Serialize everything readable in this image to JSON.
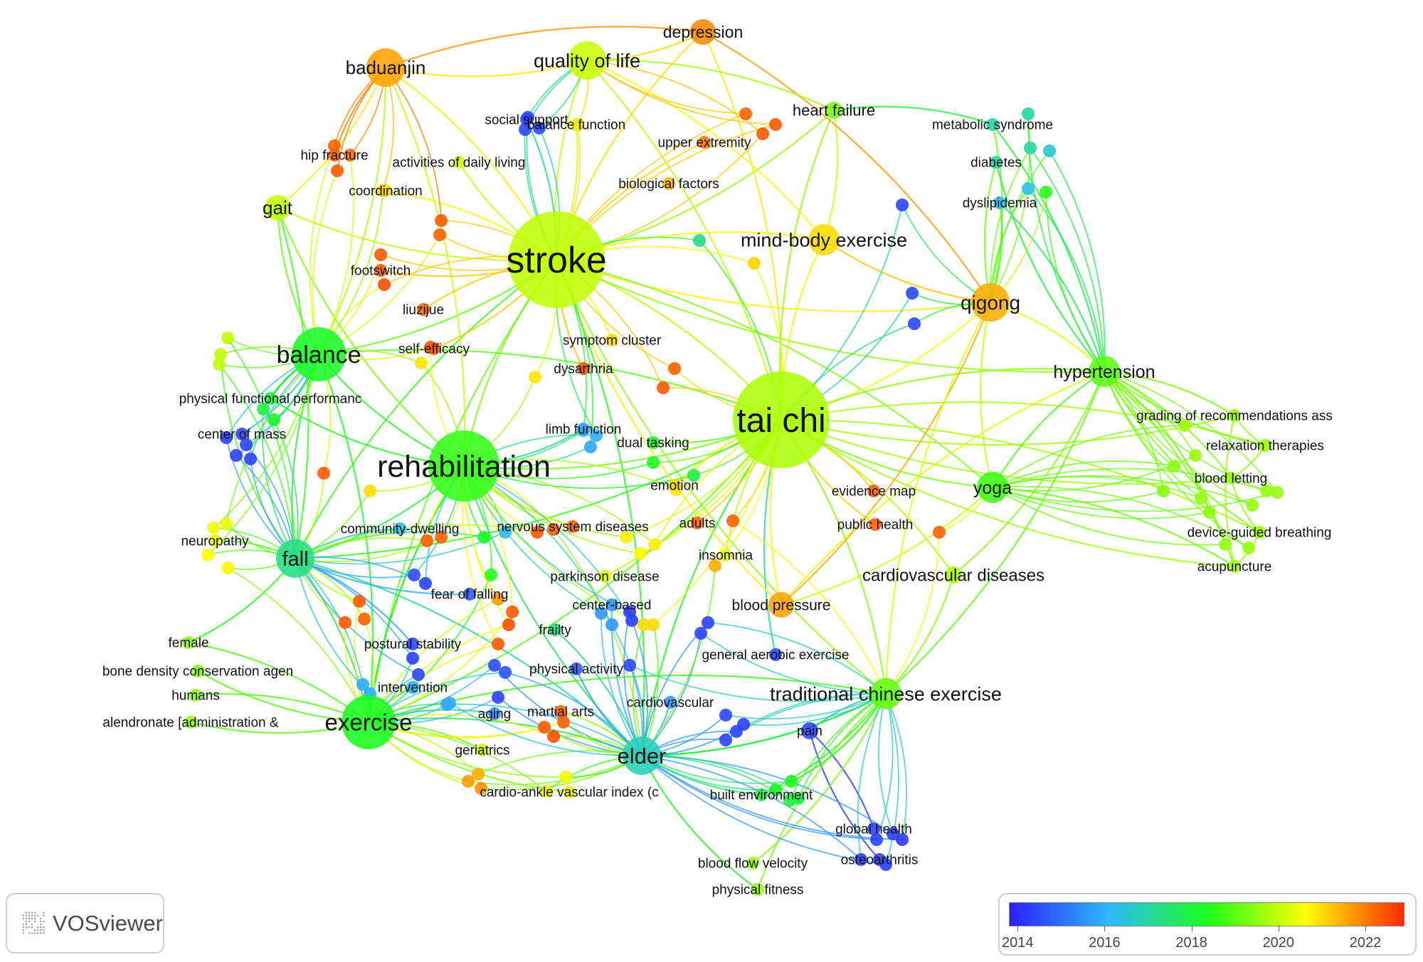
{
  "app": {
    "name": "VOSviewer",
    "logo_icon": "vosviewer-logo-icon"
  },
  "legend": {
    "ticks": [
      "2014",
      "2016",
      "2018",
      "2020",
      "2022"
    ],
    "colors": [
      "#2a1fff",
      "#2fb8ff",
      "#1aff1a",
      "#ffff00",
      "#ff2a00"
    ],
    "range": [
      2013.8,
      2022.9
    ]
  },
  "network": {
    "nodes": [
      {
        "id": "stroke",
        "label": "stroke",
        "year": 2020.0,
        "weight": 10
      },
      {
        "id": "tai_chi",
        "label": "tai chi",
        "year": 2019.8,
        "weight": 10
      },
      {
        "id": "rehabilitation",
        "label": "rehabilitation",
        "year": 2018.6,
        "weight": 9
      },
      {
        "id": "balance",
        "label": "balance",
        "year": 2018.2,
        "weight": 7
      },
      {
        "id": "exercise",
        "label": "exercise",
        "year": 2018.3,
        "weight": 7
      },
      {
        "id": "fall",
        "label": "fall",
        "year": 2017.3,
        "weight": 6
      },
      {
        "id": "elder",
        "label": "elder",
        "year": 2016.8,
        "weight": 6
      },
      {
        "id": "qigong",
        "label": "qigong",
        "year": 2021.5,
        "weight": 6
      },
      {
        "id": "baduanjin",
        "label": "baduanjin",
        "year": 2021.6,
        "weight": 6
      },
      {
        "id": "quality_of_life",
        "label": "quality of life",
        "year": 2020.1,
        "weight": 6
      },
      {
        "id": "mind_body",
        "label": "mind-body exercise",
        "year": 2021.0,
        "weight": 5
      },
      {
        "id": "hypertension",
        "label": "hypertension",
        "year": 2019.0,
        "weight": 5
      },
      {
        "id": "yoga",
        "label": "yoga",
        "year": 2018.7,
        "weight": 5
      },
      {
        "id": "tce",
        "label": "traditional chinese exercise",
        "year": 2019.1,
        "weight": 5
      },
      {
        "id": "depression",
        "label": "depression",
        "year": 2021.9,
        "weight": 4
      },
      {
        "id": "gait",
        "label": "gait",
        "year": 2020.0,
        "weight": 4
      },
      {
        "id": "heart_failure",
        "label": "heart failure",
        "year": 2019.3,
        "weight": 3
      },
      {
        "id": "cvd",
        "label": "cardiovascular diseases",
        "year": 2019.8,
        "weight": 3
      },
      {
        "id": "blood_pressure",
        "label": "blood pressure",
        "year": 2021.6,
        "weight": 4
      },
      {
        "id": "pain",
        "label": "pain",
        "year": 2014.4,
        "weight": 3
      },
      {
        "id": "balance_function",
        "label": "balance function",
        "year": 2020.4,
        "weight": 2
      },
      {
        "id": "social_support",
        "label": "social support",
        "year": 2014.4,
        "weight": 2
      },
      {
        "id": "upper_extremity",
        "label": "upper extremity",
        "year": 2022.1,
        "weight": 2
      },
      {
        "id": "metabolic_syndrome",
        "label": "metabolic syndrome",
        "year": 2016.9,
        "weight": 2
      },
      {
        "id": "diabetes",
        "label": "diabetes",
        "year": 2017.0,
        "weight": 2
      },
      {
        "id": "dyslipidemia",
        "label": "dyslipidemia",
        "year": 2016.2,
        "weight": 2
      },
      {
        "id": "hip_fracture",
        "label": "hip fracture",
        "year": 2022.3,
        "weight": 2
      },
      {
        "id": "adl",
        "label": "activities of daily living",
        "year": 2020.2,
        "weight": 2
      },
      {
        "id": "biological_factors",
        "label": "biological factors",
        "year": 2021.4,
        "weight": 2
      },
      {
        "id": "coordination",
        "label": "coordination",
        "year": 2021.0,
        "weight": 2
      },
      {
        "id": "footswitch",
        "label": "footswitch",
        "year": 2022.4,
        "weight": 2
      },
      {
        "id": "liuzijue",
        "label": "liuzijue",
        "year": 2022.3,
        "weight": 2
      },
      {
        "id": "self_efficacy",
        "label": "self-efficacy",
        "year": 2022.4,
        "weight": 2
      },
      {
        "id": "symptom_cluster",
        "label": "symptom cluster",
        "year": 2021.0,
        "weight": 2
      },
      {
        "id": "dysarthria",
        "label": "dysarthria",
        "year": 2022.5,
        "weight": 2
      },
      {
        "id": "pfp",
        "label": "physical functional performanc",
        "year": 2018.0,
        "weight": 2
      },
      {
        "id": "limb_function",
        "label": "limb function",
        "year": 2015.8,
        "weight": 2
      },
      {
        "id": "center_of_mass",
        "label": "center of mass",
        "year": 2014.3,
        "weight": 2
      },
      {
        "id": "dual_tasking",
        "label": "dual tasking",
        "year": 2018.2,
        "weight": 2
      },
      {
        "id": "emotion",
        "label": "emotion",
        "year": 2021.0,
        "weight": 2
      },
      {
        "id": "evidence_map",
        "label": "evidence map",
        "year": 2022.4,
        "weight": 2
      },
      {
        "id": "community_dwelling",
        "label": "community-dwelling",
        "year": 2016.3,
        "weight": 2
      },
      {
        "id": "nsd",
        "label": "nervous system diseases",
        "year": 2022.3,
        "weight": 2
      },
      {
        "id": "adults",
        "label": "adults",
        "year": 2022.3,
        "weight": 2
      },
      {
        "id": "public_health",
        "label": "public health",
        "year": 2022.4,
        "weight": 2
      },
      {
        "id": "neuropathy",
        "label": "neuropathy",
        "year": 2020.5,
        "weight": 2
      },
      {
        "id": "insomnia",
        "label": "insomnia",
        "year": 2020.3,
        "weight": 2
      },
      {
        "id": "parkinson",
        "label": "parkinson disease",
        "year": 2020.3,
        "weight": 2
      },
      {
        "id": "fear_of_falling",
        "label": "fear of falling",
        "year": 2014.6,
        "weight": 2
      },
      {
        "id": "center_based",
        "label": "center-based",
        "year": 2015.5,
        "weight": 2
      },
      {
        "id": "frailty",
        "label": "frailty",
        "year": 2017.3,
        "weight": 2
      },
      {
        "id": "female",
        "label": "female",
        "year": 2019.5,
        "weight": 2
      },
      {
        "id": "postural_stability",
        "label": "postural stability",
        "year": 2014.3,
        "weight": 2
      },
      {
        "id": "gae",
        "label": "general aerobic exercise",
        "year": 2014.4,
        "weight": 2
      },
      {
        "id": "bdca",
        "label": "bone density conservation agen",
        "year": 2019.5,
        "weight": 2
      },
      {
        "id": "physical_activity",
        "label": "physical activity",
        "year": 2014.6,
        "weight": 2
      },
      {
        "id": "intervention",
        "label": "intervention",
        "year": 2015.9,
        "weight": 2
      },
      {
        "id": "humans",
        "label": "humans",
        "year": 2019.5,
        "weight": 2
      },
      {
        "id": "cardiovascular",
        "label": "cardiovascular",
        "year": 2015.6,
        "weight": 2
      },
      {
        "id": "aging",
        "label": "aging",
        "year": 2015.5,
        "weight": 2
      },
      {
        "id": "martial_arts",
        "label": "martial arts",
        "year": 2022.3,
        "weight": 2
      },
      {
        "id": "alendronate",
        "label": "alendronate [administration &",
        "year": 2019.6,
        "weight": 2
      },
      {
        "id": "geriatrics",
        "label": "geriatrics",
        "year": 2020.1,
        "weight": 2
      },
      {
        "id": "cavi",
        "label": "cardio-ankle vascular index (c",
        "year": 2020.5,
        "weight": 2
      },
      {
        "id": "built_environment",
        "label": "built environment",
        "year": 2018.0,
        "weight": 2
      },
      {
        "id": "global_health",
        "label": "global health",
        "year": 2014.3,
        "weight": 2
      },
      {
        "id": "osteoarthritis",
        "label": "osteoarthritis",
        "year": 2014.2,
        "weight": 2
      },
      {
        "id": "blood_flow_velocity",
        "label": "blood flow velocity",
        "year": 2019.6,
        "weight": 2
      },
      {
        "id": "physical_fitness",
        "label": "physical fitness",
        "year": 2019.6,
        "weight": 2
      },
      {
        "id": "grading",
        "label": "grading of recommendations ass",
        "year": 2019.6,
        "weight": 2
      },
      {
        "id": "relaxation",
        "label": "relaxation therapies",
        "year": 2019.6,
        "weight": 2
      },
      {
        "id": "blood_letting",
        "label": "blood letting",
        "year": 2019.6,
        "weight": 2
      },
      {
        "id": "device_breathing",
        "label": "device-guided breathing",
        "year": 2019.6,
        "weight": 2
      },
      {
        "id": "acupuncture",
        "label": "acupuncture",
        "year": 2019.6,
        "weight": 2
      }
    ]
  }
}
